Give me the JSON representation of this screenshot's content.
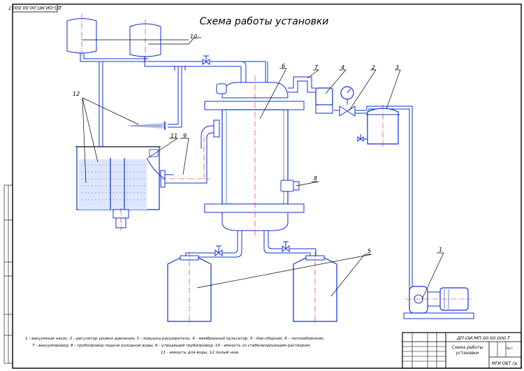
{
  "drawing": {
    "title": "Схема работы установки",
    "doc_code_rotated": "ДП-ОИ.МП.00.00.000.Т",
    "colors": {
      "pipe": "#1030d8",
      "axis": "#d81818",
      "frame": "#000000",
      "liquid_hatch": "#1030d8"
    }
  },
  "legend": {
    "line1": "1 - вакуумный насос; 2 - регулятор уровня давления; 3 - ловушка расширитель; 4 - мембранный пульсатор; 5 - бак-сборник; 6 - теплообменник;",
    "line2": "7 - вакуумпровод; 8 - трубопровод подачи холодной воды; 9 - отводящий трубопровод; 10 - емкость со стабилизирующим раствором;",
    "line3": "11 - емкость для воды; 12 полый нож."
  },
  "callouts": {
    "c1": "1",
    "c2": "2",
    "c3": "3",
    "c4": "4",
    "c5": "5",
    "c6": "6",
    "c7": "7",
    "c8": "8",
    "c9": "9",
    "c10": "10",
    "c11": "11",
    "c12": "12"
  },
  "title_block": {
    "code": "ДП-ОИ.МП.00.00.000.Т",
    "name_line1": "Схема работы",
    "name_line2": "установки",
    "org": "МГИ ОБТ гр.",
    "sheet": "Лист"
  },
  "icons": [
    "pressure-gauge-icon",
    "valve-icon",
    "pump-motor-icon"
  ]
}
